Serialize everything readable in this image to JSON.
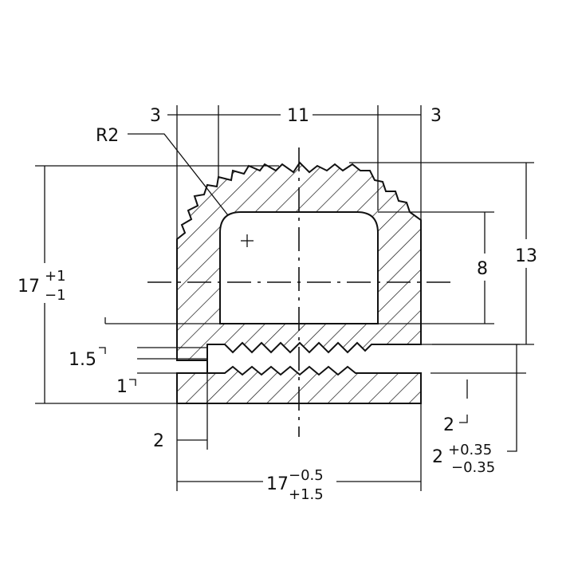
{
  "dimensions": {
    "left_wall": "3",
    "inner_width": "11",
    "right_wall": "3",
    "radius": "R2",
    "cavity_height": "8",
    "outer_height": "13",
    "total_height": "17",
    "total_height_tol_upper": "+1",
    "total_height_tol_lower": "−1",
    "step_1": "1.5",
    "step_2": "1",
    "left_offset": "2",
    "right_step": "2",
    "slot_height": "2",
    "slot_tol_upper": "+0.35",
    "slot_tol_lower": "−0.35",
    "total_width": "17",
    "total_width_tol_upper": "−0.5",
    "total_width_tol_lower": "+1.5"
  },
  "colors": {
    "line": "#111111",
    "background": "#ffffff"
  }
}
